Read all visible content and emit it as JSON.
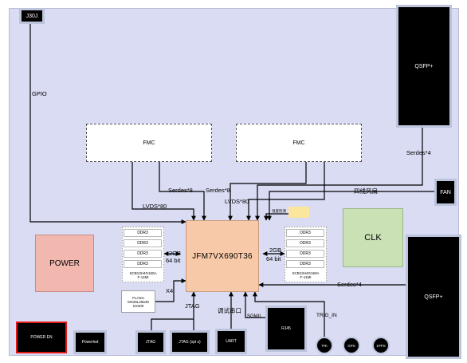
{
  "blocks": {
    "j30j": "J30J",
    "qsfp_top": "QSFP+",
    "qsfp_bottom": "QSFP+",
    "fan": "FAN",
    "fmc_left": "FMC",
    "fmc_right": "FMC",
    "fpga": "JFM7VX690T36",
    "clk": "CLK",
    "power": "POWER",
    "power_en": "POWER EN",
    "powerled": "Powerled",
    "jtag_1": "JTAG",
    "jtag_2": "JTAG (xpi s)",
    "uart": "UART",
    "rj45": "RJ45",
    "circle_1": "TRI",
    "circle_2": "GPS",
    "circle_3": "1PPS",
    "yellow_tag": ""
  },
  "memory_left": {
    "chips": [
      "DDR3",
      "DDR3",
      "DDR3",
      "DDR3"
    ],
    "note_line1": "SCB13H4G160A",
    "note_line2": "F-11MI"
  },
  "memory_right": {
    "chips": [
      "DDR3",
      "DDR3",
      "DDR3",
      "DDR3"
    ],
    "note_line1": "SCB13H4G160A",
    "note_line2": "F-11MI"
  },
  "flash": {
    "line1": "FLASH",
    "line2": "MX25L25645",
    "line3": "G2400"
  },
  "labels": {
    "gpio": "GPIO",
    "serdes4_top": "Serdes*4",
    "serdes8_a": "Serdes*8",
    "serdes8_b": "Serdes*8",
    "lvds80_a": "LVDS*80",
    "lvds80_b": "LVDS*80",
    "fan_wire": "四线风扇",
    "temp": "温度检测",
    "mem_left_size": "2GB",
    "mem_left_bits": "64 bit",
    "mem_right_size": "2GB",
    "mem_right_bits": "64 bit",
    "x4": "X4",
    "jtag_bus": "JTAG",
    "debug_uart": "调试串口",
    "sgmii": "SGMII",
    "trig_in": "TRIG_IN",
    "serdes4_bottom": "Serdes*4"
  },
  "colors": {
    "board": "#d9dcf3",
    "fpga": "#f8c9a8",
    "clk": "#c9e1b5",
    "power": "#f2b8b0",
    "yellow_tag": "#fce59c",
    "power_en_border": "#e01818"
  }
}
